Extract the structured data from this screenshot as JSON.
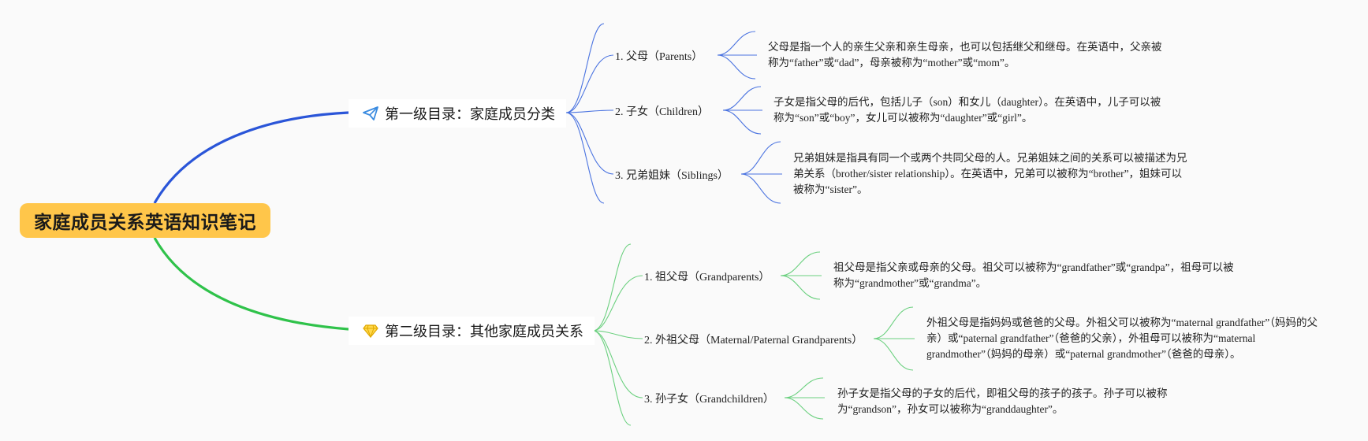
{
  "root": {
    "title": "家庭成员关系英语知识笔记"
  },
  "colors": {
    "branch1": "#2a55d8",
    "branch1_light": "#4a73e0",
    "branch2": "#2fc24a",
    "branch2_light": "#6bd07f",
    "root_bg": "#ffc64a"
  },
  "branches": [
    {
      "label": "第一级目录：家庭成员分类",
      "icon": "paper-plane-icon",
      "children": [
        {
          "label": "1. 父母（Parents）",
          "note": "父母是指一个人的亲生父亲和亲生母亲，也可以包括继父和继母。在英语中，父亲被称为“father”或“dad”，母亲被称为“mother”或“mom”。"
        },
        {
          "label": "2. 子女（Children）",
          "note": "子女是指父母的后代，包括儿子（son）和女儿（daughter）。在英语中，儿子可以被称为“son”或“boy”，女儿可以被称为“daughter”或“girl”。"
        },
        {
          "label": "3. 兄弟姐妹（Siblings）",
          "note": "兄弟姐妹是指具有同一个或两个共同父母的人。兄弟姐妹之间的关系可以被描述为兄弟关系（brother/sister relationship）。在英语中，兄弟可以被称为“brother”，姐妹可以被称为“sister”。"
        }
      ]
    },
    {
      "label": "第二级目录：其他家庭成员关系",
      "icon": "diamond-icon",
      "children": [
        {
          "label": "1. 祖父母（Grandparents）",
          "note": "祖父母是指父亲或母亲的父母。祖父可以被称为“grandfather”或“grandpa”，祖母可以被称为“grandmother”或“grandma”。"
        },
        {
          "label": "2. 外祖父母（Maternal/Paternal Grandparents）",
          "note": "外祖父母是指妈妈或爸爸的父母。外祖父可以被称为“maternal grandfather”（妈妈的父亲）或“paternal grandfather”（爸爸的父亲），外祖母可以被称为“maternal grandmother”（妈妈的母亲）或“paternal grandmother”（爸爸的母亲）。"
        },
        {
          "label": "3. 孙子女（Grandchildren）",
          "note": "孙子女是指父母的子女的后代，即祖父母的孩子的孩子。孙子可以被称为“grandson”，孙女可以被称为“granddaughter”。"
        }
      ]
    }
  ]
}
